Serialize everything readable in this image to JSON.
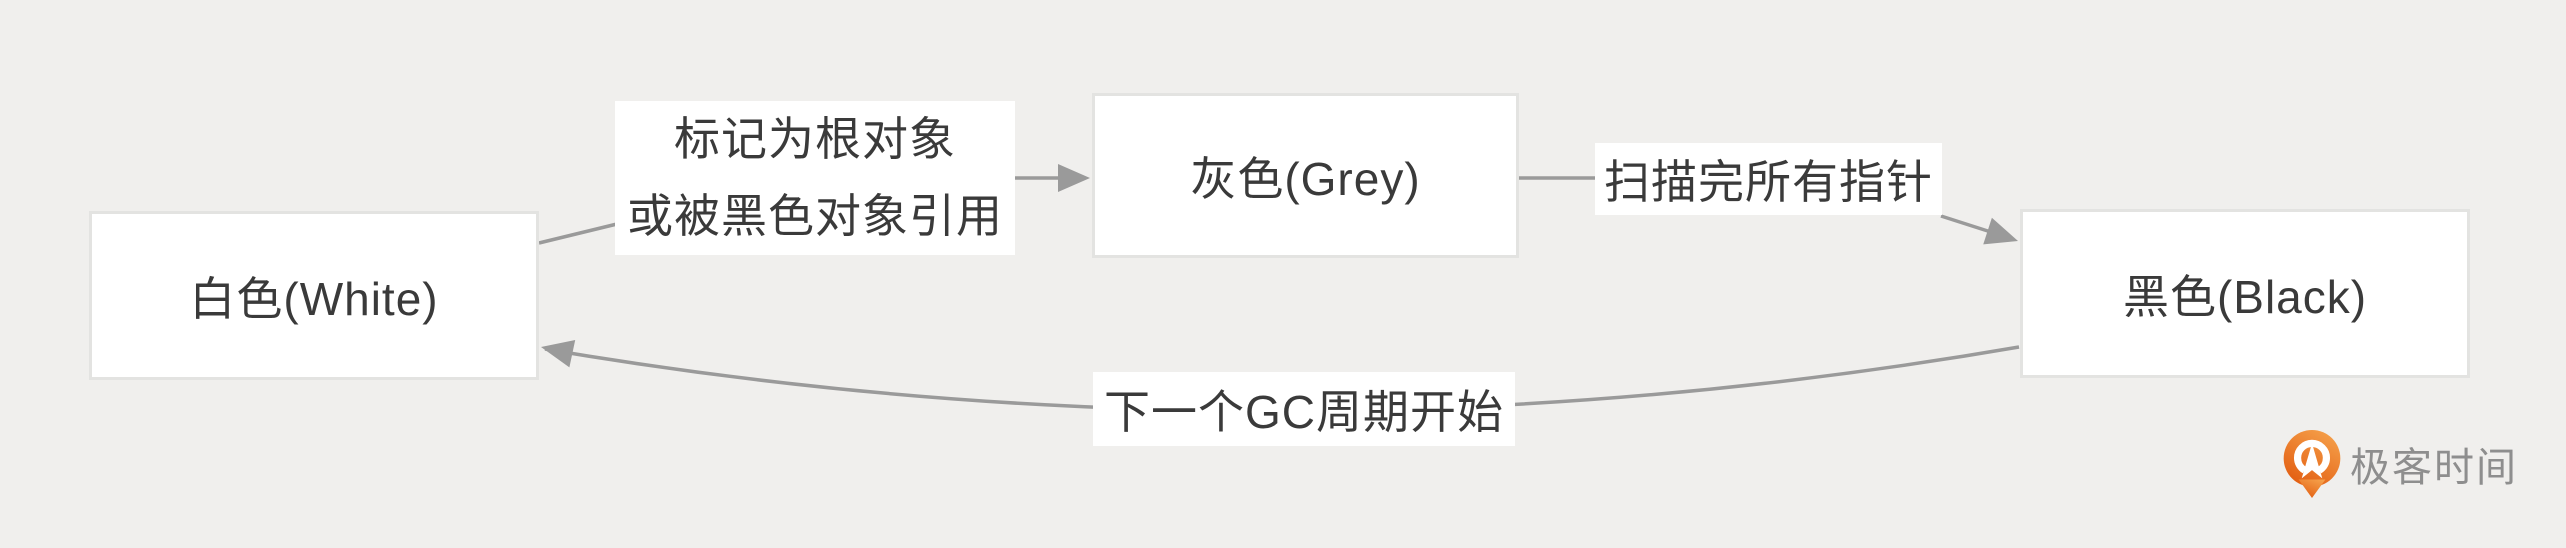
{
  "diagram": {
    "nodes": {
      "white": {
        "label": "白色(White)"
      },
      "grey": {
        "label": "灰色(Grey)"
      },
      "black": {
        "label": "黑色(Black)"
      }
    },
    "edges": {
      "white_to_grey": {
        "label_line1": "标记为根对象",
        "label_line2": "或被黑色对象引用"
      },
      "grey_to_black": {
        "label": "扫描完所有指针"
      },
      "black_to_white": {
        "label": "下一个GC周期开始"
      }
    }
  },
  "branding": {
    "logo_text": "极客时间"
  },
  "colors": {
    "background": "#f0efed",
    "node_background": "#ffffff",
    "node_border": "#e3e3e1",
    "text": "#3a3a3a",
    "connector": "#9a9a9a",
    "logo_orange_light": "#f5a04a",
    "logo_orange_dark": "#e25c10",
    "logo_text_grey": "#8e8e8e"
  }
}
